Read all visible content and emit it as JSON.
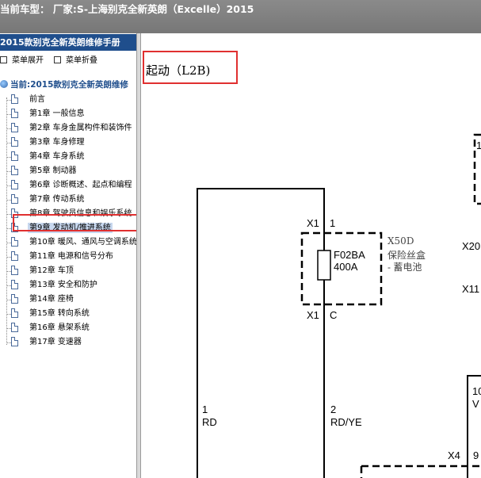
{
  "window": {
    "title": "当前车型： 厂家:S-上海别克全新英朗（Excelle）2015"
  },
  "sidebar": {
    "book_title": "2015款别克全新英朗维修手册",
    "expand_label": "菜单展开",
    "collapse_label": "菜单折叠",
    "root_label": "当前:2015款别克全新英朗维修",
    "items": [
      {
        "label": "前言"
      },
      {
        "label": "第1章 一般信息"
      },
      {
        "label": "第2章 车身金属构件和装饰件"
      },
      {
        "label": "第3章 车身修理"
      },
      {
        "label": "第4章 车身系统"
      },
      {
        "label": "第5章 制动器"
      },
      {
        "label": "第6章 诊断概述、起点和编程"
      },
      {
        "label": "第7章 传动系统"
      },
      {
        "label": "第8章 驾驶员信息和娱乐系统"
      },
      {
        "label": "第9章 发动机/推进系统"
      },
      {
        "label": "第10章 暖风、通风与空调系统"
      },
      {
        "label": "第11章 电源和信号分布"
      },
      {
        "label": "第12章 车顶"
      },
      {
        "label": "第13章 安全和防护"
      },
      {
        "label": "第14章 座椅"
      },
      {
        "label": "第15章 转向系统"
      },
      {
        "label": "第16章 悬架系统"
      },
      {
        "label": "第17章 变速器"
      }
    ],
    "selected_index": 9
  },
  "diagram": {
    "title": "起动（L2B)",
    "fuse_connector_top": "X1",
    "fuse_pin_top": "1",
    "fuse_connector_bottom": "X1",
    "fuse_pin_bottom": "C",
    "fuse_block_id": "X50D",
    "fuse_block_name": "保险丝盒",
    "fuse_block_sub": "- 蓄电池",
    "fuse_name": "F02BA",
    "fuse_rating": "400A",
    "wire1_num": "1",
    "wire1_color": "RD",
    "wire2_num": "2",
    "wire2_color": "RD/YE",
    "right_x20": "X20",
    "right_x11": "X11",
    "right_top_num": "1",
    "right_10": "10",
    "right_v": "V",
    "right_x4": "X4",
    "right_9": "9"
  }
}
